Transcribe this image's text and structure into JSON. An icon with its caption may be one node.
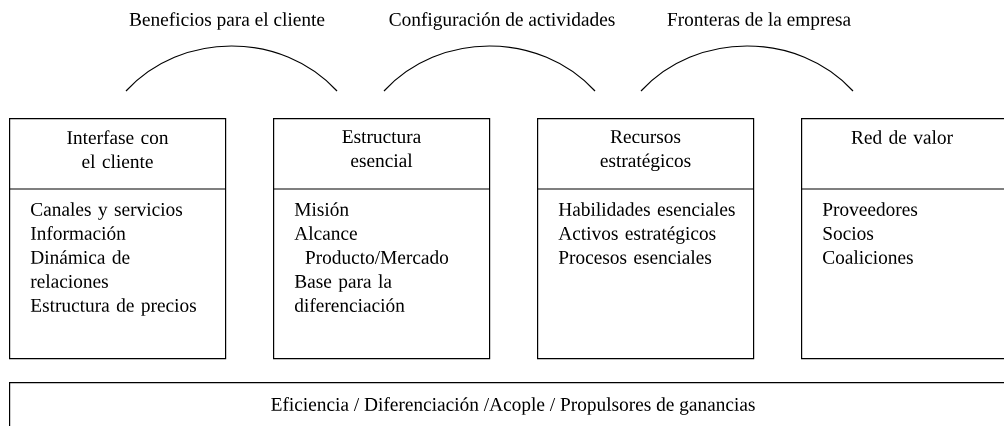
{
  "diagram": {
    "nodes": [
      {
        "text": [
          "Interfase con el cliente",
          "Canales y servicios",
          "Información",
          "Dinámica de relaciones",
          "Estructura de precios"
        ]
      },
      {
        "text": [
          "Estructura esencial",
          "Misión",
          "Alcance",
          "Producto/Mercado",
          "Base para la diferenciación"
        ]
      },
      {
        "text": [
          "Recursos estratégicos",
          "Habilidades esenciales",
          "Activos estratégicos",
          "Procesos esenciales"
        ]
      },
      {
        "text": [
          "Red de valor",
          "Proveedores",
          "Socios",
          "Coaliciones"
        ]
      },
      {
        "text": [
          "Eficiencia / Diferenciación /Acople / Propulsores de ganancias"
        ]
      }
    ],
    "edges": [
      {
        "from": 0,
        "to": 1,
        "arrow": "none",
        "label": "Beneficios para el cliente"
      },
      {
        "from": 1,
        "to": 2,
        "arrow": "none",
        "label": "Configuración de actividades"
      },
      {
        "from": 2,
        "to": 3,
        "arrow": "none",
        "label": "Fronteras de la empresa"
      }
    ]
  }
}
